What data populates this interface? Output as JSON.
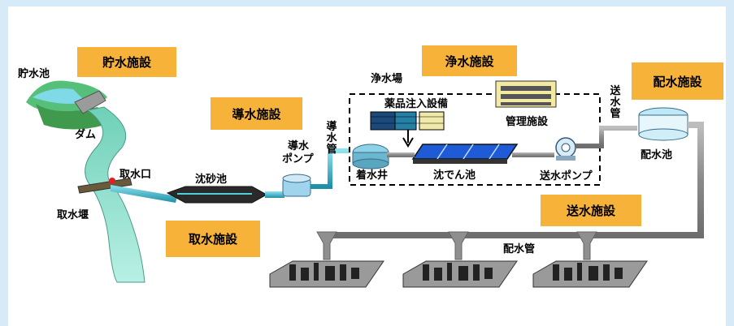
{
  "facilities": {
    "storage": "貯水施設",
    "conveyance": "導水施設",
    "purification": "浄水施設",
    "distribution": "配水施設",
    "intake": "取水施設",
    "transmission": "送水施設"
  },
  "labels": {
    "reservoir": "貯水池",
    "dam": "ダム",
    "intake_gate": "取水口",
    "intake_weir": "取水堰",
    "sand_basin": "沈砂池",
    "conveyance_pump_1": "導水",
    "conveyance_pump_2": "ポンプ",
    "conveyance_pipe": "導水管",
    "purification_plant": "浄水場",
    "chemical_injection": "薬品注入設備",
    "management": "管理施設",
    "receiving_well": "着水井",
    "sedimentation": "沈でん池",
    "transmission_pump": "送水ポンプ",
    "transmission_pipe": "送水管",
    "distribution_reservoir": "配水池",
    "distribution_pipe": "配水管"
  },
  "colors": {
    "background": "#d6ebf7",
    "badge": "#f7b23a",
    "river": "#8ee0d0",
    "pipe": "#9a9a9a",
    "basin_blue": "#1f5bd6",
    "pipe_teal": "#2fb0c4"
  }
}
